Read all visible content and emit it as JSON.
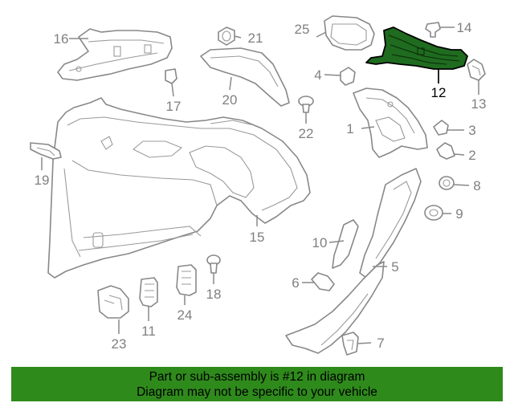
{
  "diagram": {
    "highlighted_part": "12",
    "labels": {
      "p1": "1",
      "p2": "2",
      "p3": "3",
      "p4": "4",
      "p5": "5",
      "p6": "6",
      "p7": "7",
      "p8": "8",
      "p9": "9",
      "p10": "10",
      "p11": "11",
      "p12": "12",
      "p13": "13",
      "p14": "14",
      "p15": "15",
      "p16": "16",
      "p17": "17",
      "p18": "18",
      "p19": "19",
      "p20": "20",
      "p21": "21",
      "p22": "22",
      "p23": "23",
      "p24": "24",
      "p25": "25"
    },
    "colors": {
      "highlight": "#1f6b1f",
      "outline": "#888888",
      "banner": "#2f8a1c"
    }
  },
  "banner": {
    "line1": "Part or sub-assembly is #12 in diagram",
    "line2": "Diagram may not be specific to your vehicle"
  }
}
